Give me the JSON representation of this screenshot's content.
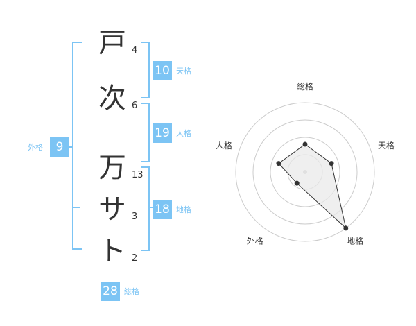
{
  "name": {
    "characters": [
      {
        "char": "戸",
        "strokes": "4"
      },
      {
        "char": "次",
        "strokes": "6"
      },
      {
        "char": "万",
        "strokes": "13"
      },
      {
        "char": "サ",
        "strokes": "3"
      },
      {
        "char": "ト",
        "strokes": "2"
      }
    ]
  },
  "fortunes": {
    "tenkaku": {
      "value": "10",
      "label": "天格"
    },
    "jinkaku": {
      "value": "19",
      "label": "人格"
    },
    "chikaku": {
      "value": "18",
      "label": "地格"
    },
    "gaikaku": {
      "value": "9",
      "label": "外格"
    },
    "soukaku": {
      "value": "28",
      "label": "総格"
    }
  },
  "radar": {
    "axes": [
      "総格",
      "天格",
      "地格",
      "外格",
      "人格"
    ],
    "values": [
      2,
      2,
      5,
      1,
      2
    ],
    "max": 5,
    "colors": {
      "ring": "#cccccc",
      "line": "#333333",
      "fill": "#e8e8e8",
      "point": "#333333"
    }
  },
  "colors": {
    "accent": "#7cc4f4",
    "text": "#333333"
  }
}
